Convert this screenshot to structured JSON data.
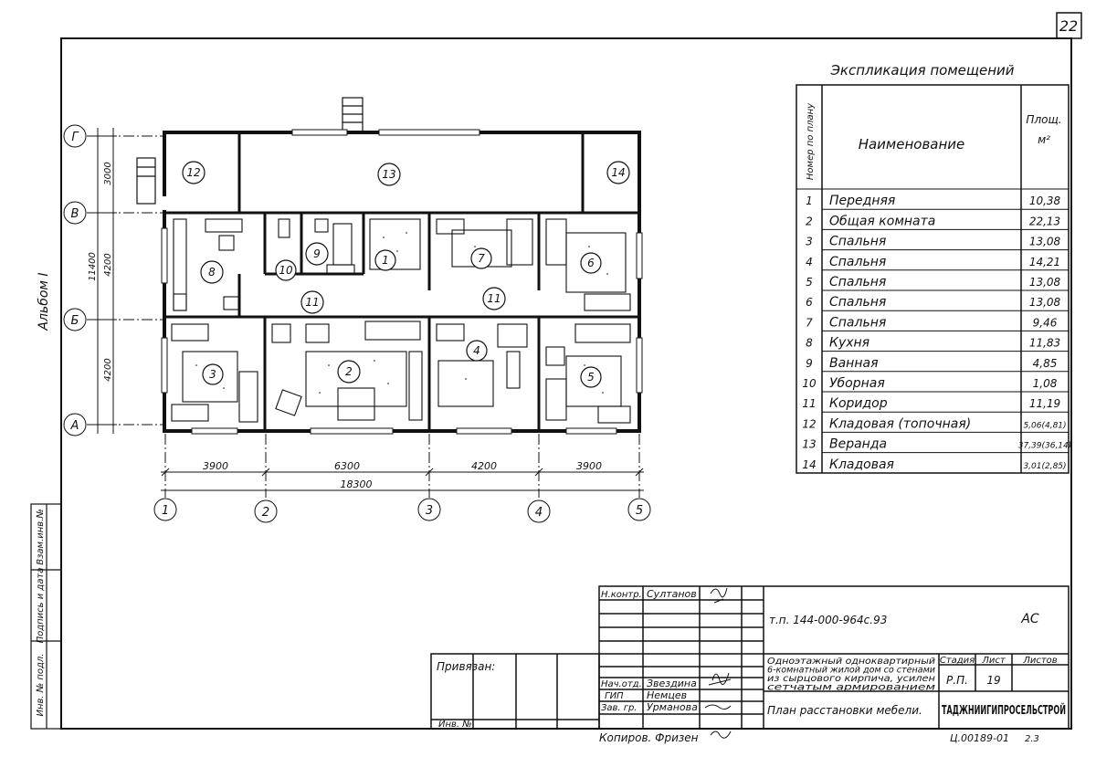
{
  "sheet_number": "22",
  "album_label": "Альбом I",
  "explication": {
    "title": "Экспликация помещений",
    "col_num": "Номер по плану",
    "col_name": "Наименование",
    "col_area_1": "Площ.",
    "col_area_2": "м²",
    "rows": [
      {
        "n": "1",
        "name": "Передняя",
        "area": "10,38"
      },
      {
        "n": "2",
        "name": "Общая комната",
        "area": "22,13"
      },
      {
        "n": "3",
        "name": "Спальня",
        "area": "13,08"
      },
      {
        "n": "4",
        "name": "Спальня",
        "area": "14,21"
      },
      {
        "n": "5",
        "name": "Спальня",
        "area": "13,08"
      },
      {
        "n": "6",
        "name": "Спальня",
        "area": "13,08"
      },
      {
        "n": "7",
        "name": "Спальня",
        "area": "9,46"
      },
      {
        "n": "8",
        "name": "Кухня",
        "area": "11,83"
      },
      {
        "n": "9",
        "name": "Ванная",
        "area": "4,85"
      },
      {
        "n": "10",
        "name": "Уборная",
        "area": "1,08"
      },
      {
        "n": "11",
        "name": "Коридор",
        "area": "11,19"
      },
      {
        "n": "12",
        "name": "Кладовая (топочная)",
        "area": "5,06(4,81)"
      },
      {
        "n": "13",
        "name": "Веранда",
        "area": "37,39(36,14)"
      },
      {
        "n": "14",
        "name": "Кладовая",
        "area": "3,01(2,85)"
      }
    ]
  },
  "plan": {
    "axes_letters": [
      "Г",
      "В",
      "Б",
      "А"
    ],
    "axes_numbers": [
      "1",
      "2",
      "3",
      "4",
      "5"
    ],
    "vert_dims": [
      "3000",
      "4200",
      "4200"
    ],
    "vert_total": "11400",
    "horiz_dims": [
      "3900",
      "6300",
      "4200",
      "3900"
    ],
    "horiz_total": "18300",
    "room_marks": [
      "12",
      "13",
      "14",
      "8",
      "10",
      "9",
      "1",
      "7",
      "6",
      "11",
      "11",
      "3",
      "2",
      "4",
      "5"
    ]
  },
  "side_stamp": [
    "Инв. № подл.",
    "Подпись и дата",
    "Взам.инв.№"
  ],
  "title_block": {
    "privyazan": "Привязан:",
    "inv_no": "Инв. №",
    "doc_code": "т.п. 144-000-964с.93",
    "mark": "АС",
    "description": "Одноэтажный одноквартирный 6-комнатный жилой дом со стенами из сырцового кирпича, усилен сетчатым армированием",
    "drawing_title": "План расстановки мебели.",
    "col_stage": "Стадия",
    "col_sheet": "Лист",
    "col_sheets": "Листов",
    "stage": "Р.П.",
    "sheet": "19",
    "org": "ТАДЖНИИГИПРОСЕЛЬСТРОЙ",
    "people": [
      {
        "role": "Н.контр.",
        "name": "Султанов"
      },
      {
        "role": "Нач.отд.",
        "name": "Звездина"
      },
      {
        "role": "ГИП",
        "name": "Немцев"
      },
      {
        "role": "Зав. гр.",
        "name": "Урманова"
      }
    ],
    "copied_by": "Копиров. Фризен",
    "archive_no": "Ц.00189-01",
    "format": "2.3"
  }
}
